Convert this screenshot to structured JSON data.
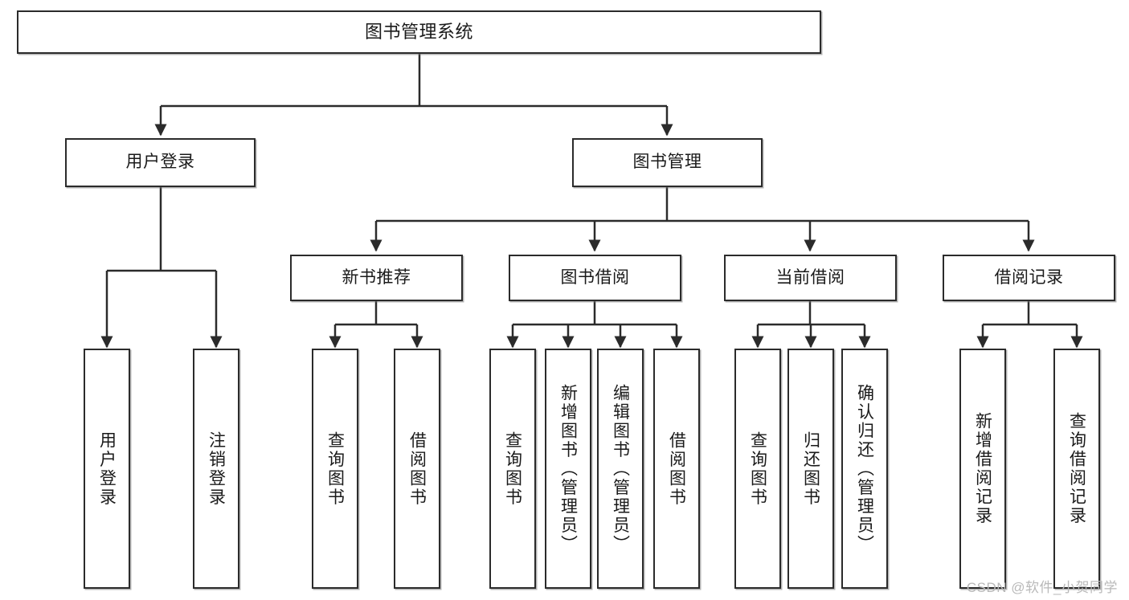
{
  "diagram": {
    "title": "图书管理系统",
    "root": {
      "id": "root",
      "label": "图书管理系统"
    },
    "level1": [
      {
        "id": "user-login",
        "label": "用户登录"
      },
      {
        "id": "book-manage",
        "label": "图书管理"
      }
    ],
    "level2": [
      {
        "id": "new-book-recommend",
        "label": "新书推荐"
      },
      {
        "id": "book-borrow",
        "label": "图书借阅"
      },
      {
        "id": "current-borrow",
        "label": "当前借阅"
      },
      {
        "id": "borrow-record",
        "label": "借阅记录"
      }
    ],
    "leaves": {
      "user_login": [
        {
          "id": "leaf-user-login",
          "label": "用户登录"
        },
        {
          "id": "leaf-logout-login",
          "label": "注销登录"
        }
      ],
      "new_book_recommend": [
        {
          "id": "leaf-query-book-1",
          "label": "查询图书"
        },
        {
          "id": "leaf-borrow-book-1",
          "label": "借阅图书"
        }
      ],
      "book_borrow": [
        {
          "id": "leaf-query-book-2",
          "label": "查询图书"
        },
        {
          "id": "leaf-add-book",
          "label": "新增图书（管理员）"
        },
        {
          "id": "leaf-edit-book",
          "label": "编辑图书（管理员）"
        },
        {
          "id": "leaf-borrow-book-2",
          "label": "借阅图书"
        }
      ],
      "current_borrow": [
        {
          "id": "leaf-query-book-3",
          "label": "查询图书"
        },
        {
          "id": "leaf-return-book",
          "label": "归还图书"
        },
        {
          "id": "leaf-confirm-return",
          "label": "确认归还（管理员）"
        }
      ],
      "borrow_record": [
        {
          "id": "leaf-add-record",
          "label": "新增借阅记录"
        },
        {
          "id": "leaf-query-record",
          "label": "查询借阅记录"
        }
      ]
    }
  },
  "watermark": {
    "text": "CSDN @软件_小贺同学"
  },
  "colors": {
    "stroke": "#2b2b2b",
    "fill": "#ffffff",
    "text": "#1a1a1a",
    "watermark": "#b9b9b9"
  }
}
